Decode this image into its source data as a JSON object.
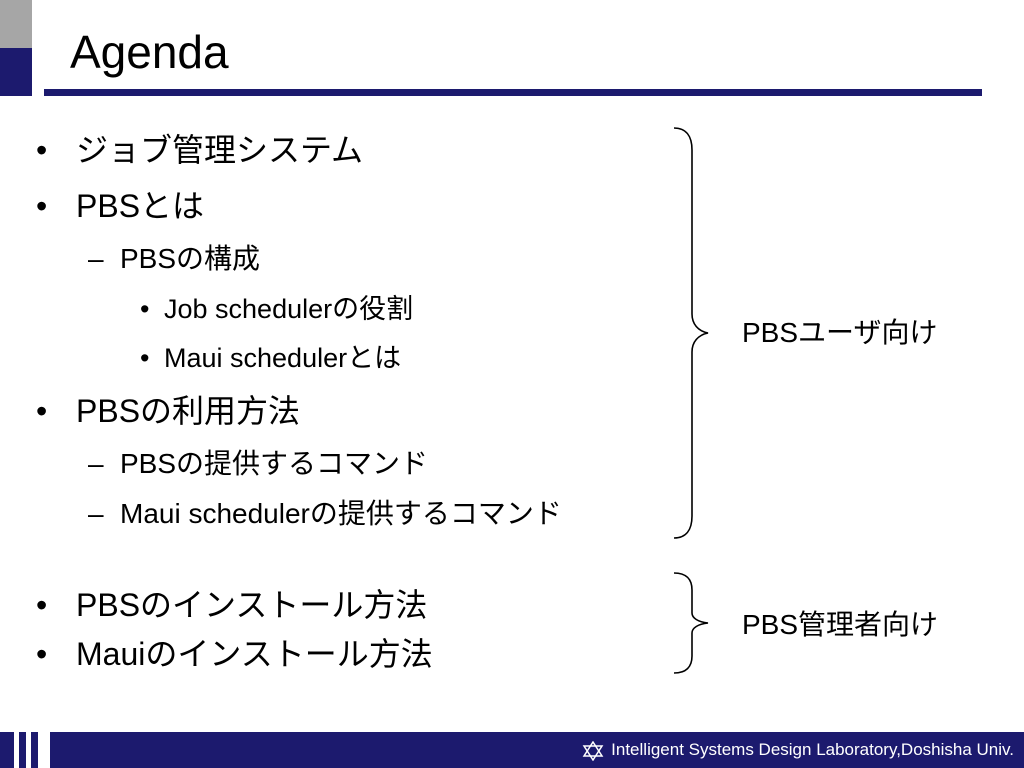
{
  "slide": {
    "title": "Agenda",
    "items": [
      {
        "marker": "•",
        "text": "ジョブ管理システム"
      },
      {
        "marker": "•",
        "text": "PBSとは"
      },
      {
        "marker": "–",
        "text": "PBSの構成"
      },
      {
        "marker": "•",
        "text": "Job schedulerの役割"
      },
      {
        "marker": "•",
        "text": "Maui schedulerとは"
      },
      {
        "marker": "•",
        "text": "PBSの利用方法"
      },
      {
        "marker": "–",
        "text": "PBSの提供するコマンド"
      },
      {
        "marker": "–",
        "text": "Maui schedulerの提供するコマンド"
      },
      {
        "marker": "•",
        "text": "PBSのインストール方法"
      },
      {
        "marker": "•",
        "text": "Mauiのインストール方法"
      }
    ],
    "groups": [
      {
        "label": "PBSユーザ向け"
      },
      {
        "label": "PBS管理者向け"
      }
    ]
  },
  "footer": {
    "logo_icon": "doshisha-crest-icon",
    "text": "Intelligent Systems Design Laboratory,Doshisha Univ."
  },
  "colors": {
    "navy": "#1c1a6e",
    "gray": "#a6a6a6"
  }
}
